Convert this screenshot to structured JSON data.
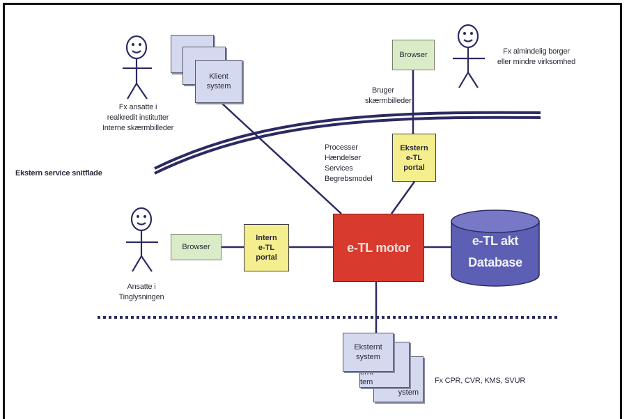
{
  "actors": {
    "top_left_label": [
      "Fx ansatte i",
      "realkredit institutter",
      "Interne skærmbilleder"
    ],
    "top_right_label": [
      "Fx almindelig borger",
      "eller mindre virksomhed"
    ],
    "bottom_left_label": [
      "Ansatte i",
      "Tinglysningen"
    ]
  },
  "boxes": {
    "klient_system": [
      "Klient",
      "system"
    ],
    "browser_top": "Browser",
    "browser_left": "Browser",
    "ekstern_portal": [
      "Ekstern",
      "e-TL",
      "portal"
    ],
    "intern_portal": [
      "Intern",
      "e-TL",
      "portal"
    ],
    "motor": "e-TL motor",
    "database": [
      "e-TL akt",
      "Database"
    ],
    "eksternt_system": [
      "Eksternt",
      "system"
    ],
    "back_system_fragments": [
      "ernt",
      "tem",
      "ystem"
    ]
  },
  "labels": {
    "bruger": [
      "Bruger",
      "skærmbilleder"
    ],
    "processer": [
      "Processer",
      "Hændelser",
      "Services",
      "Begrebsmodel"
    ],
    "ekstern_service": "Ekstern service snitflade",
    "external_examples": "Fx CPR, CVR, KMS, SVUR"
  },
  "colors": {
    "line": "#2b2a63",
    "motor_fill": "#d93a2e",
    "portal_fill": "#f5ee8e",
    "browser_fill": "#d9ecc7",
    "system_fill": "#d4d9ef",
    "database_fill": "#5c5fb3"
  }
}
